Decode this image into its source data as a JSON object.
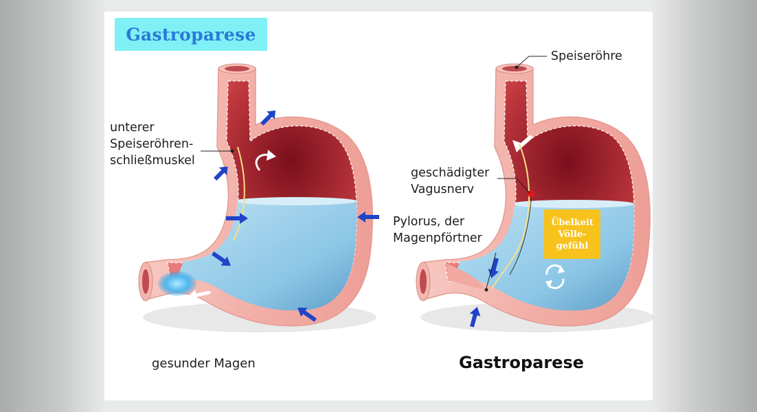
{
  "title": "Gastroparese",
  "labels": {
    "sphincter": [
      "unterer",
      "Speiseröhren-",
      "schließmuskel"
    ],
    "esophagus": "Speiseröhre",
    "vagus": [
      "geschädigter",
      "Vagusnerv"
    ],
    "pylorus": [
      "Pylorus, der",
      "Magenpförtner"
    ],
    "symptoms": [
      "Übelkeit",
      "Völle-",
      "gefühl"
    ]
  },
  "captions": {
    "left": "gesunder Magen",
    "right": "Gastroparese"
  },
  "colors": {
    "title_bg": "#7ff0f5",
    "title_text": "#2b79d6",
    "stomach_wall": "#f3b6ae",
    "stomach_inner": "#e25b5e",
    "fluid": "#9fd2ec",
    "arrows": "#1f44c8",
    "symptom_bg": "#f7c21b"
  }
}
